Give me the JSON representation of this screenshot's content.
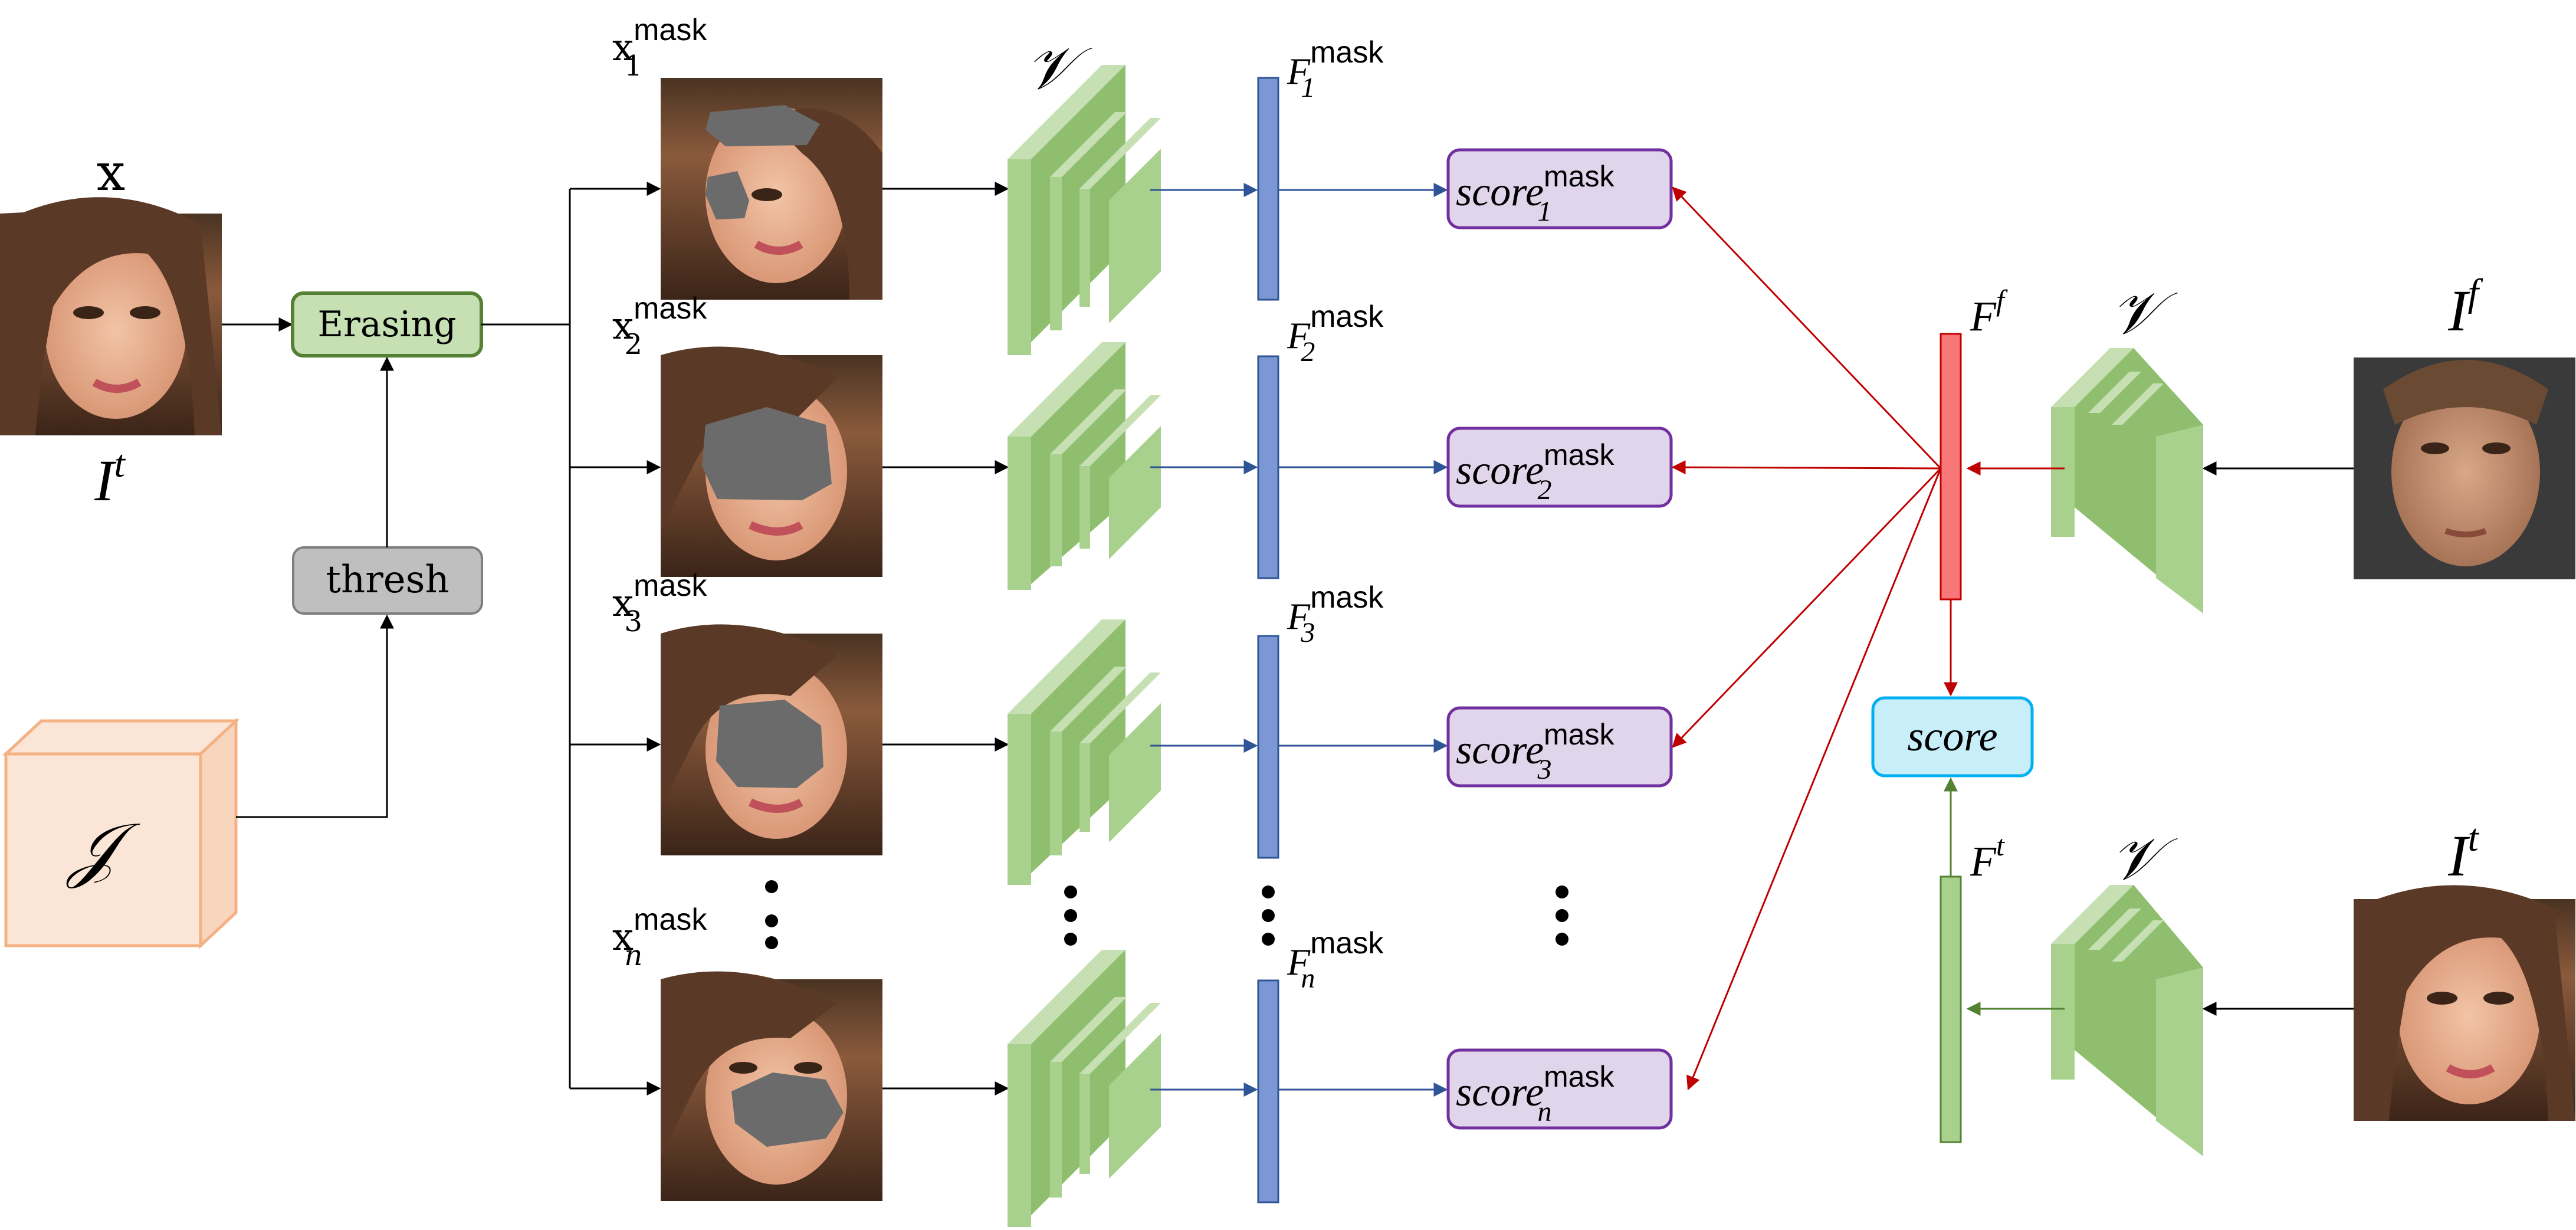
{
  "colors": {
    "green_fill": "#c6e0b4",
    "green_stroke": "#548235",
    "gray_fill": "#bfbfbf",
    "gray_stroke": "#7f7f7f",
    "purple_fill": "#e1d5ec",
    "purple_stroke": "#7030a0",
    "cyan_fill": "#c8eefa",
    "cyan_stroke": "#00b0f0",
    "blue_bar": "#7b98d4",
    "blue_line": "#2f5597",
    "red_bar": "#f8787a",
    "red_line": "#c00000",
    "green_bar": "#a9d18e",
    "cube_fill": "#fbe5d6",
    "cube_stroke": "#f4b183",
    "mask_gray": "#6b6b6b",
    "layer_green": "#a9d18e"
  },
  "labels": {
    "x": "x",
    "It_left": "I",
    "It_left_sup": "t",
    "erasing": "Erasing",
    "thresh": "thresh",
    "J": "𝒥",
    "V": "𝒱",
    "x_mask_base": "x",
    "mask_sup": "mask",
    "F_base": "F",
    "score_base": "score",
    "Ff_sup": "f",
    "Ft_sup": "t",
    "score": "score",
    "If": "I",
    "If_sup": "f",
    "It_right": "I",
    "It_right_sup": "t",
    "dots": "⋮"
  },
  "branches": [
    {
      "sub": "1"
    },
    {
      "sub": "2"
    },
    {
      "sub": "3"
    },
    {
      "sub": "n"
    }
  ]
}
